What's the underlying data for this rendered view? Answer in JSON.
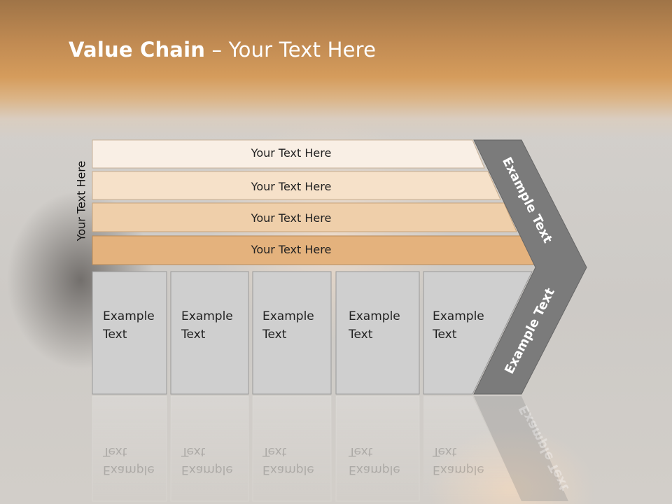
{
  "slide": {
    "title_bold": "Value Chain",
    "title_rest": " – Your Text Here",
    "vertical_label": "Your Text Here"
  },
  "bands": [
    {
      "label": "Your Text Here",
      "color": "#f9efe5"
    },
    {
      "label": "Your Text Here",
      "color": "#f6e1c9"
    },
    {
      "label": "Your Text Here",
      "color": "#efcfaa"
    },
    {
      "label": "Your Text Here",
      "color": "#e4b27d"
    }
  ],
  "boxes": [
    {
      "line1": "Example",
      "line2": "Text"
    },
    {
      "line1": "Example",
      "line2": "Text"
    },
    {
      "line1": "Example",
      "line2": "Text"
    },
    {
      "line1": "Example",
      "line2": "Text"
    },
    {
      "line1": "Example",
      "line2": "Text"
    }
  ],
  "chevron": {
    "upper_label": "Example Text",
    "lower_label": "Example Text",
    "color": "#7b7b7b"
  },
  "colors": {
    "box_fill": "#cfcfcf",
    "box_stroke": "#9a9a9a",
    "title_text": "#ffffff"
  }
}
